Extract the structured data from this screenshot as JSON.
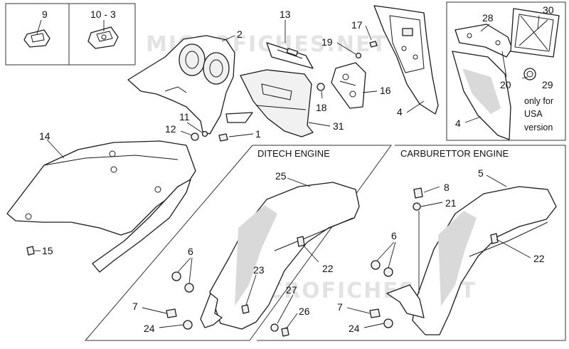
{
  "watermark": "MICROFICHES.NET",
  "sections": {
    "ditech": "DITECH ENGINE",
    "carb": "CARBURETTOR ENGINE"
  },
  "usa_note": [
    "only for",
    "USA",
    "version"
  ],
  "callouts": [
    {
      "id": "c9",
      "text": "9"
    },
    {
      "id": "c10_3",
      "text": "10 - 3"
    },
    {
      "id": "c2",
      "text": "2"
    },
    {
      "id": "c13",
      "text": "13"
    },
    {
      "id": "c17",
      "text": "17"
    },
    {
      "id": "c19",
      "text": "19"
    },
    {
      "id": "c16",
      "text": "16"
    },
    {
      "id": "c18",
      "text": "18"
    },
    {
      "id": "c4a",
      "text": "4"
    },
    {
      "id": "c31",
      "text": "31"
    },
    {
      "id": "c11",
      "text": "11"
    },
    {
      "id": "c12",
      "text": "12"
    },
    {
      "id": "c1",
      "text": "1"
    },
    {
      "id": "c14",
      "text": "14"
    },
    {
      "id": "c15",
      "text": "15"
    },
    {
      "id": "c28",
      "text": "28"
    },
    {
      "id": "c30",
      "text": "30"
    },
    {
      "id": "c20",
      "text": "20"
    },
    {
      "id": "c29",
      "text": "29"
    },
    {
      "id": "c4b",
      "text": "4"
    },
    {
      "id": "c25",
      "text": "25"
    },
    {
      "id": "c22a",
      "text": "22"
    },
    {
      "id": "c6a",
      "text": "6"
    },
    {
      "id": "c23",
      "text": "23"
    },
    {
      "id": "c27",
      "text": "27"
    },
    {
      "id": "c26",
      "text": "26"
    },
    {
      "id": "c7a",
      "text": "7"
    },
    {
      "id": "c24a",
      "text": "24"
    },
    {
      "id": "c5",
      "text": "5"
    },
    {
      "id": "c8",
      "text": "8"
    },
    {
      "id": "c21",
      "text": "21"
    },
    {
      "id": "c6b",
      "text": "6"
    },
    {
      "id": "c22b",
      "text": "22"
    },
    {
      "id": "c7b",
      "text": "7"
    },
    {
      "id": "c24b",
      "text": "24"
    }
  ]
}
